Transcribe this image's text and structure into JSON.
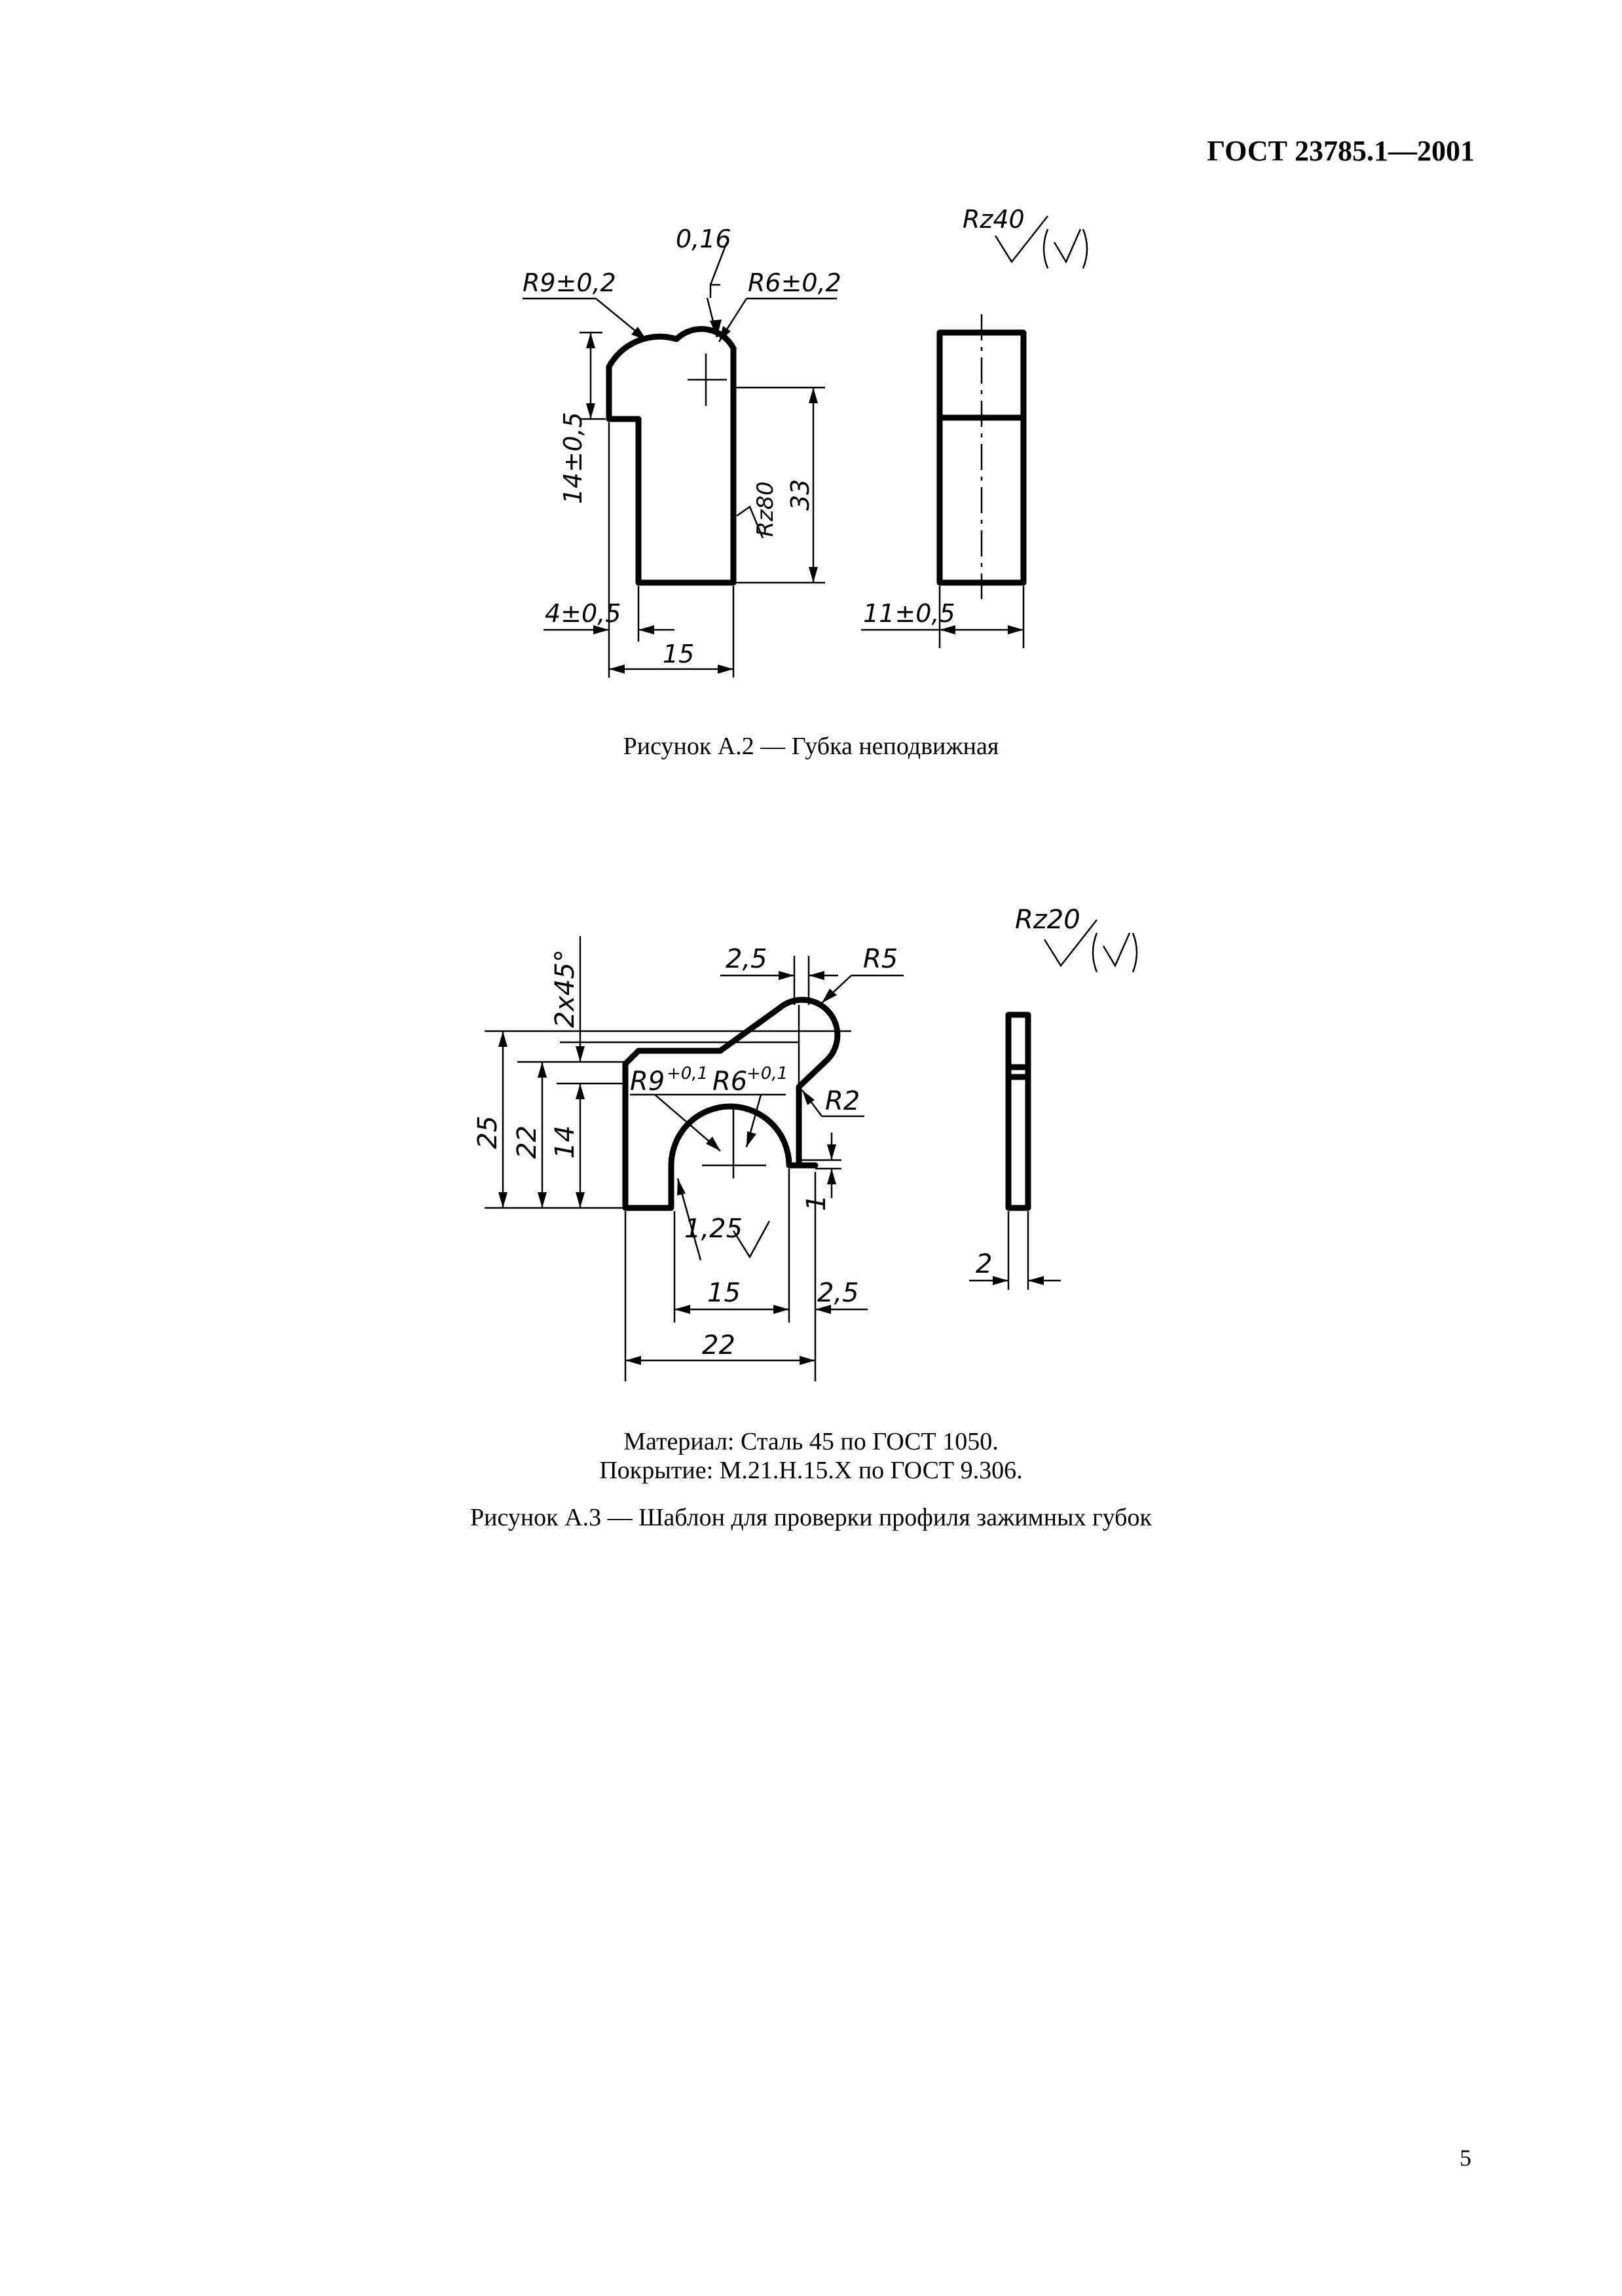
{
  "header": {
    "standard": "ГОСТ 23785.1—2001"
  },
  "figure_a2": {
    "caption": "Рисунок А.2 — Губка неподвижная",
    "dims": {
      "tolerance": "0,16",
      "r9": "R9±0,2",
      "r6": "R6±0,2",
      "height_14": "14±0,5",
      "height_33": "33",
      "rz80": "Rz80",
      "width_4": "4±0,5",
      "width_15": "15",
      "thickness_11": "11±0,5",
      "rz40": "Rz40"
    }
  },
  "figure_a3": {
    "caption": "Рисунок А.3 — Шаблон для проверки профиля зажимных губок",
    "material": "Материал: Сталь 45 по ГОСТ 1050.",
    "coating": "Покрытие: М.21.Н.15.Х по ГОСТ 9.306.",
    "dims": {
      "chamfer": "2x45°",
      "d25": "25",
      "d22v": "22",
      "d14": "14",
      "top_25": "2,5",
      "r5": "R5",
      "r9": "R9",
      "r9_tol": "+0,1",
      "r6": "R6",
      "r6_tol": "+0,1",
      "r2": "R2",
      "d1": "1",
      "rough": "1,25",
      "d15": "15",
      "bottom_25": "2,5",
      "d22h": "22",
      "thickness_2": "2",
      "rz20": "Rz20"
    }
  },
  "page": {
    "number": "5"
  }
}
